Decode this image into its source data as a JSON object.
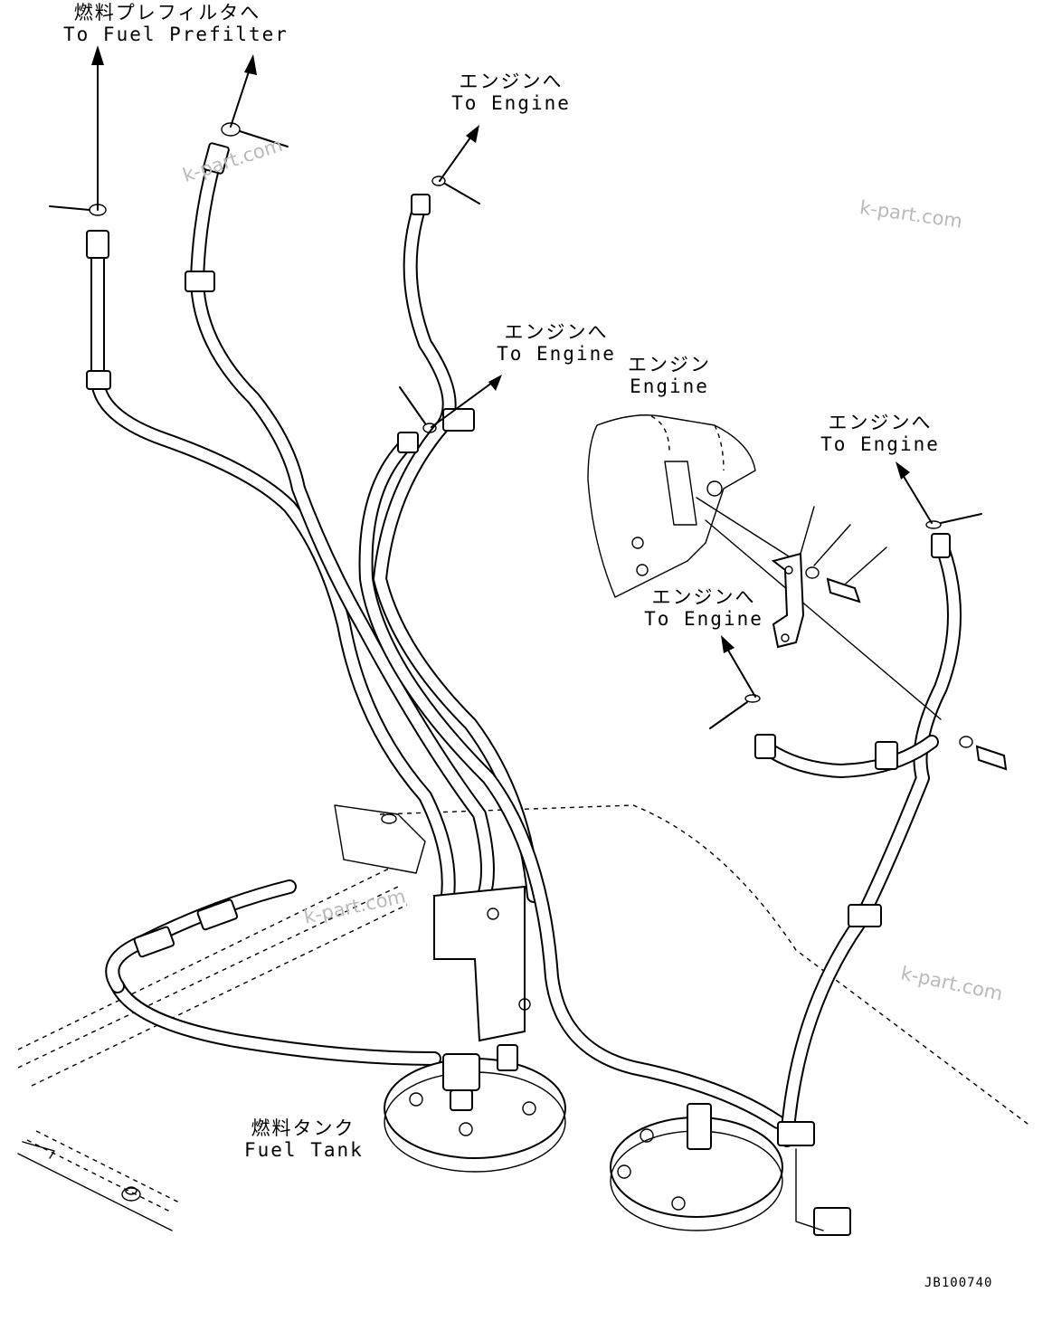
{
  "labels": {
    "prefilter_jp": "燃料プレフィルタへ",
    "prefilter_en": "To Fuel Prefilter",
    "engine1_jp": "エンジンへ",
    "engine1_en": "To Engine",
    "engine2_jp": "エンジンへ",
    "engine2_en": "To Engine",
    "engine_part_jp": "エンジン",
    "engine_part_en": "Engine",
    "engine3_jp": "エンジンへ",
    "engine3_en": "To Engine",
    "engine4_jp": "エンジンへ",
    "engine4_en": "To Engine",
    "tank_jp": "燃料タンク",
    "tank_en": "Fuel Tank"
  },
  "drawing_code": "JB100740",
  "watermarks": [
    "k-part.com",
    "k-part.com",
    "k-part.com",
    "k-part.com"
  ],
  "colors": {
    "line": "#000000",
    "watermark": "#b9b9b9",
    "background": "#ffffff"
  }
}
